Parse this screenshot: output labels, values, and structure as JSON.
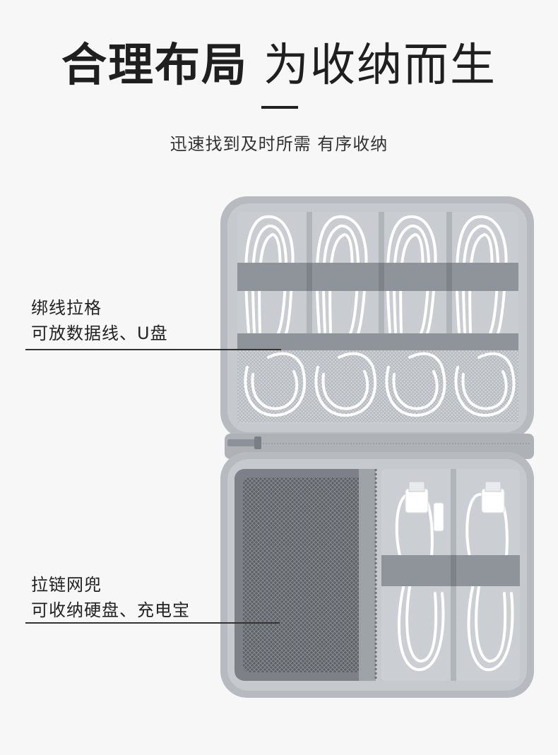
{
  "header": {
    "title_bold": "合理布局",
    "title_light": "为收纳而生",
    "subtitle": "迅速找到及时所需 有序收纳"
  },
  "callouts": [
    {
      "line1": "绑线拉格",
      "line2": "可放数据线、U盘"
    },
    {
      "line1": "拉链网兜",
      "line2": "可收纳硬盘、充电宝"
    }
  ],
  "colors": {
    "background": "#f7f7f7",
    "case_shell": "#b9bdc2",
    "lining": "#c3c7cc",
    "strap": "#8d9298",
    "mesh": "#6f7378",
    "cable": "#ffffff"
  }
}
